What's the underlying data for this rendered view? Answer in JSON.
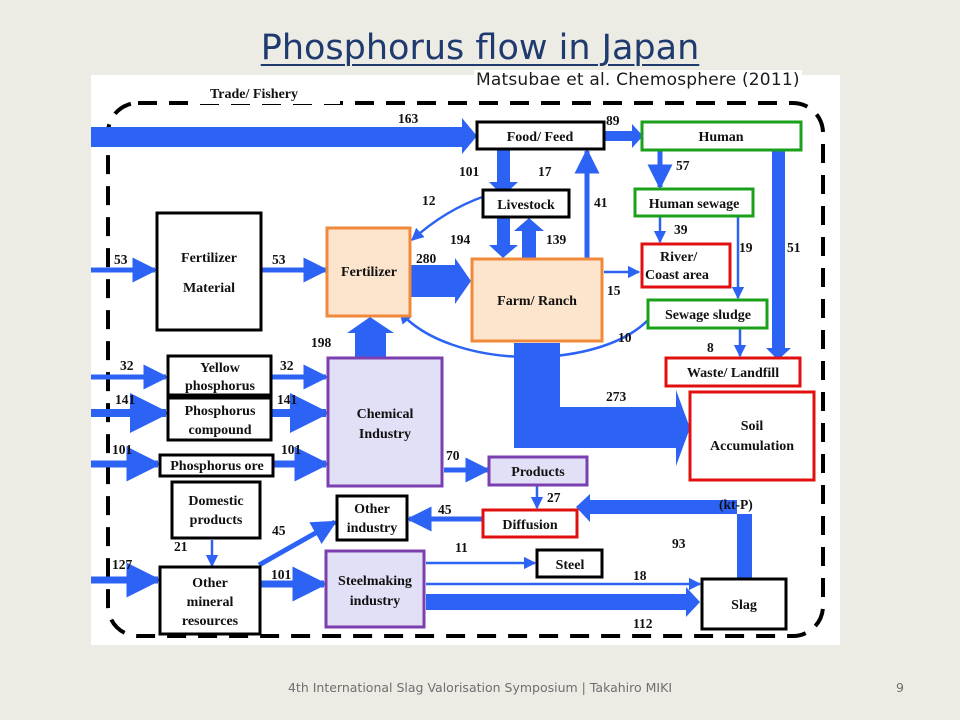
{
  "slide": {
    "title": "Phosphorus flow in Japan",
    "citation": "Matsubae et al. Chemosphere (2011)",
    "footer": "4th International Slag Valorisation Symposium | Takahiro MIKI",
    "page_number": "9"
  },
  "colors": {
    "title": "#1f3a6e",
    "arrow": "#2c63f5",
    "box_black": "#000000",
    "box_green": "#1aa01a",
    "box_red": "#e01010",
    "box_purple": "#7b3fb0",
    "box_orange": "#f08a3a",
    "fill_orange": "#fde4cc",
    "fill_purple": "#e2e0f6"
  },
  "diagram": {
    "boundary_label": "Trade/ Fishery",
    "unit_label": "(kt-P)",
    "nodes": {
      "food_feed": "Food/ Feed",
      "human": "Human",
      "livestock": "Livestock",
      "human_sewage": "Human sewage",
      "river_line1": "River/",
      "river_line2": "Coast area",
      "fertilizer_material_line1": "Fertilizer",
      "fertilizer_material_line2": "Material",
      "fertilizer": "Fertilizer",
      "farm_ranch": "Farm/ Ranch",
      "sewage_sludge": "Sewage sludge",
      "waste_landfill": "Waste/ Landfill",
      "yellow_line1": "Yellow",
      "yellow_line2": "phosphorus",
      "compound_line1": "Phosphorus",
      "compound_line2": "compound",
      "chemical_line1": "Chemical",
      "chemical_line2": "Industry",
      "soil_line1": "Soil",
      "soil_line2": "Accumulation",
      "phosphorus_ore": "Phosphorus ore",
      "products": "Products",
      "domestic_line1": "Domestic",
      "domestic_line2": "products",
      "other_industry_line1": "Other",
      "other_industry_line2": "industry",
      "diffusion": "Diffusion",
      "steel": "Steel",
      "other_mineral_line1": "Other",
      "other_mineral_line2": "mineral",
      "other_mineral_line3": "resources",
      "steelmaking_line1": "Steelmaking",
      "steelmaking_line2": "industry",
      "slag": "Slag"
    },
    "flows": {
      "import_food": "163",
      "food_to_human": "89",
      "human_to_sewage": "57",
      "food_to_farm": "101",
      "livestock_to_food": "17",
      "livestock_to_fertilizer": "12",
      "farm_to_food": "41",
      "sewage_to_river": "39",
      "sewage_to_sludge": "19",
      "human_to_waste": "51",
      "import_fert_material": "53",
      "fert_material_to_fertilizer": "53",
      "farm_to_livestock": "194",
      "livestock_to_farm": "139",
      "fertilizer_to_farm": "280",
      "farm_to_river": "15",
      "sludge_return": "10",
      "chemical_to_fertilizer": "198",
      "sludge_to_waste": "8",
      "import_yellow": "32",
      "yellow_to_chemical": "32",
      "import_compound": "141",
      "compound_to_chemical": "141",
      "farm_to_soil": "273",
      "import_ore": "101",
      "ore_to_chemical": "101",
      "chemical_to_products": "70",
      "products_to_diffusion": "27",
      "other_mineral_to_other_industry": "45",
      "other_industry_to_diffusion": "45",
      "domestic_to_other_mineral": "21",
      "slag_to_diffusion": "93",
      "steelmaking_to_steel": "11",
      "import_other_mineral": "127",
      "other_mineral_to_steelmaking": "101",
      "steelmaking_to_slag_thin": "18",
      "steelmaking_to_slag": "112"
    }
  }
}
